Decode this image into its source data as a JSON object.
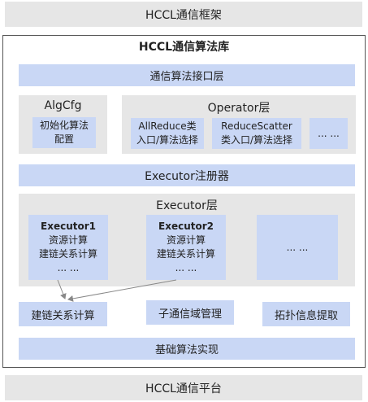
{
  "top_bar": "HCCL通信框架",
  "bottom_bar": "HCCL通信平台",
  "library": {
    "title": "HCCL通信算法库",
    "interface_layer": "通信算法接口层",
    "algcfg": {
      "title": "AlgCfg",
      "item_line1": "初始化算法",
      "item_line2": "配置"
    },
    "operator": {
      "title": "Operator层",
      "items": [
        {
          "line1": "AllReduce类",
          "line2": "入口/算法选择"
        },
        {
          "line1": "ReduceScatter",
          "line2": "类入口/算法选择"
        },
        {
          "line1": "... ...",
          "line2": ""
        }
      ]
    },
    "registry": "Executor注册器",
    "executor_layer": {
      "title": "Executor层",
      "executors": [
        {
          "name": "Executor1",
          "line1": "资源计算",
          "line2": "建链关系计算",
          "line3": "... ..."
        },
        {
          "name": "Executor2",
          "line1": "资源计算",
          "line2": "建链关系计算",
          "line3": "... ..."
        },
        {
          "name": "",
          "line1": "... ...",
          "line2": "",
          "line3": ""
        }
      ]
    },
    "modules": [
      "建链关系计算",
      "子通信域管理",
      "拓扑信息提取"
    ],
    "base_impl": "基础算法实现"
  }
}
